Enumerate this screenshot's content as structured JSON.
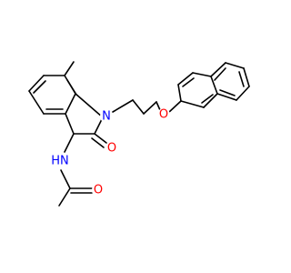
{
  "molecule": {
    "atoms": [
      {
        "id": "N1",
        "label": "N",
        "color": "#0000ff"
      },
      {
        "id": "O_ether",
        "label": "O",
        "color": "#ff0000"
      },
      {
        "id": "O_carbonyl_ring",
        "label": "O",
        "color": "#ff0000"
      },
      {
        "id": "N_amide",
        "label": "HN",
        "color": "#0000ff"
      },
      {
        "id": "O_acetyl",
        "label": "O",
        "color": "#ff0000"
      }
    ],
    "bond_color": "#000000"
  }
}
